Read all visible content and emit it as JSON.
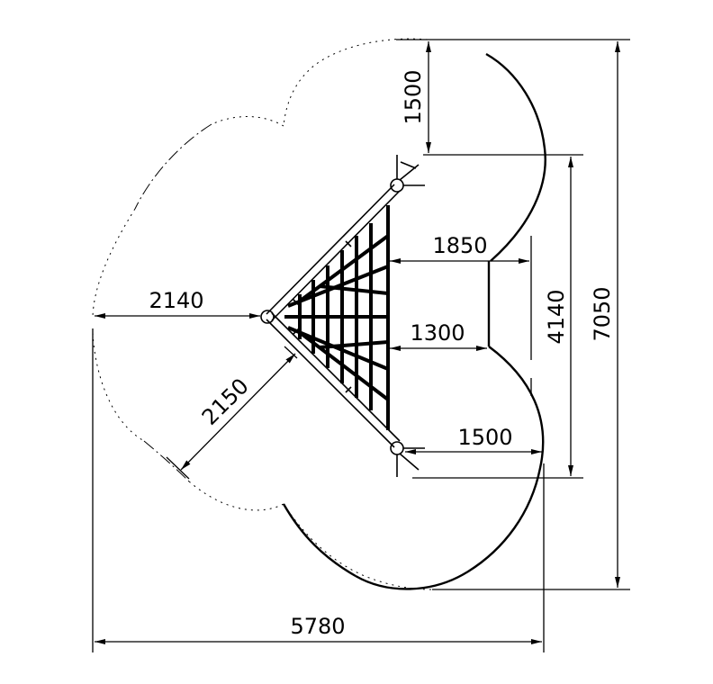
{
  "drawing": {
    "dimensions": {
      "overall_width": "5780",
      "overall_depth": "7050",
      "top_offset": "1500",
      "net_span": "4140",
      "left_clearance": "2140",
      "diagonal_clearance": "2150",
      "right_clearance_upper": "1850",
      "right_clearance_lower": "1300",
      "bottom_right_clearance": "1500"
    },
    "colors": {
      "line": "#000000",
      "background": "#ffffff"
    }
  }
}
